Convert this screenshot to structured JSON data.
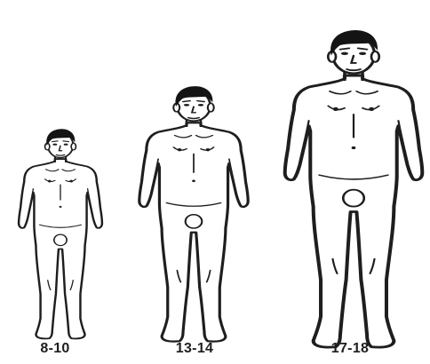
{
  "figure": {
    "panels": [
      {
        "age_label": "8-10"
      },
      {
        "age_label": "13-14"
      },
      {
        "age_label": "17-18"
      }
    ]
  },
  "colors": {
    "background": "#ffffff",
    "ink": "#1e1e1e",
    "hair": "#141414"
  }
}
